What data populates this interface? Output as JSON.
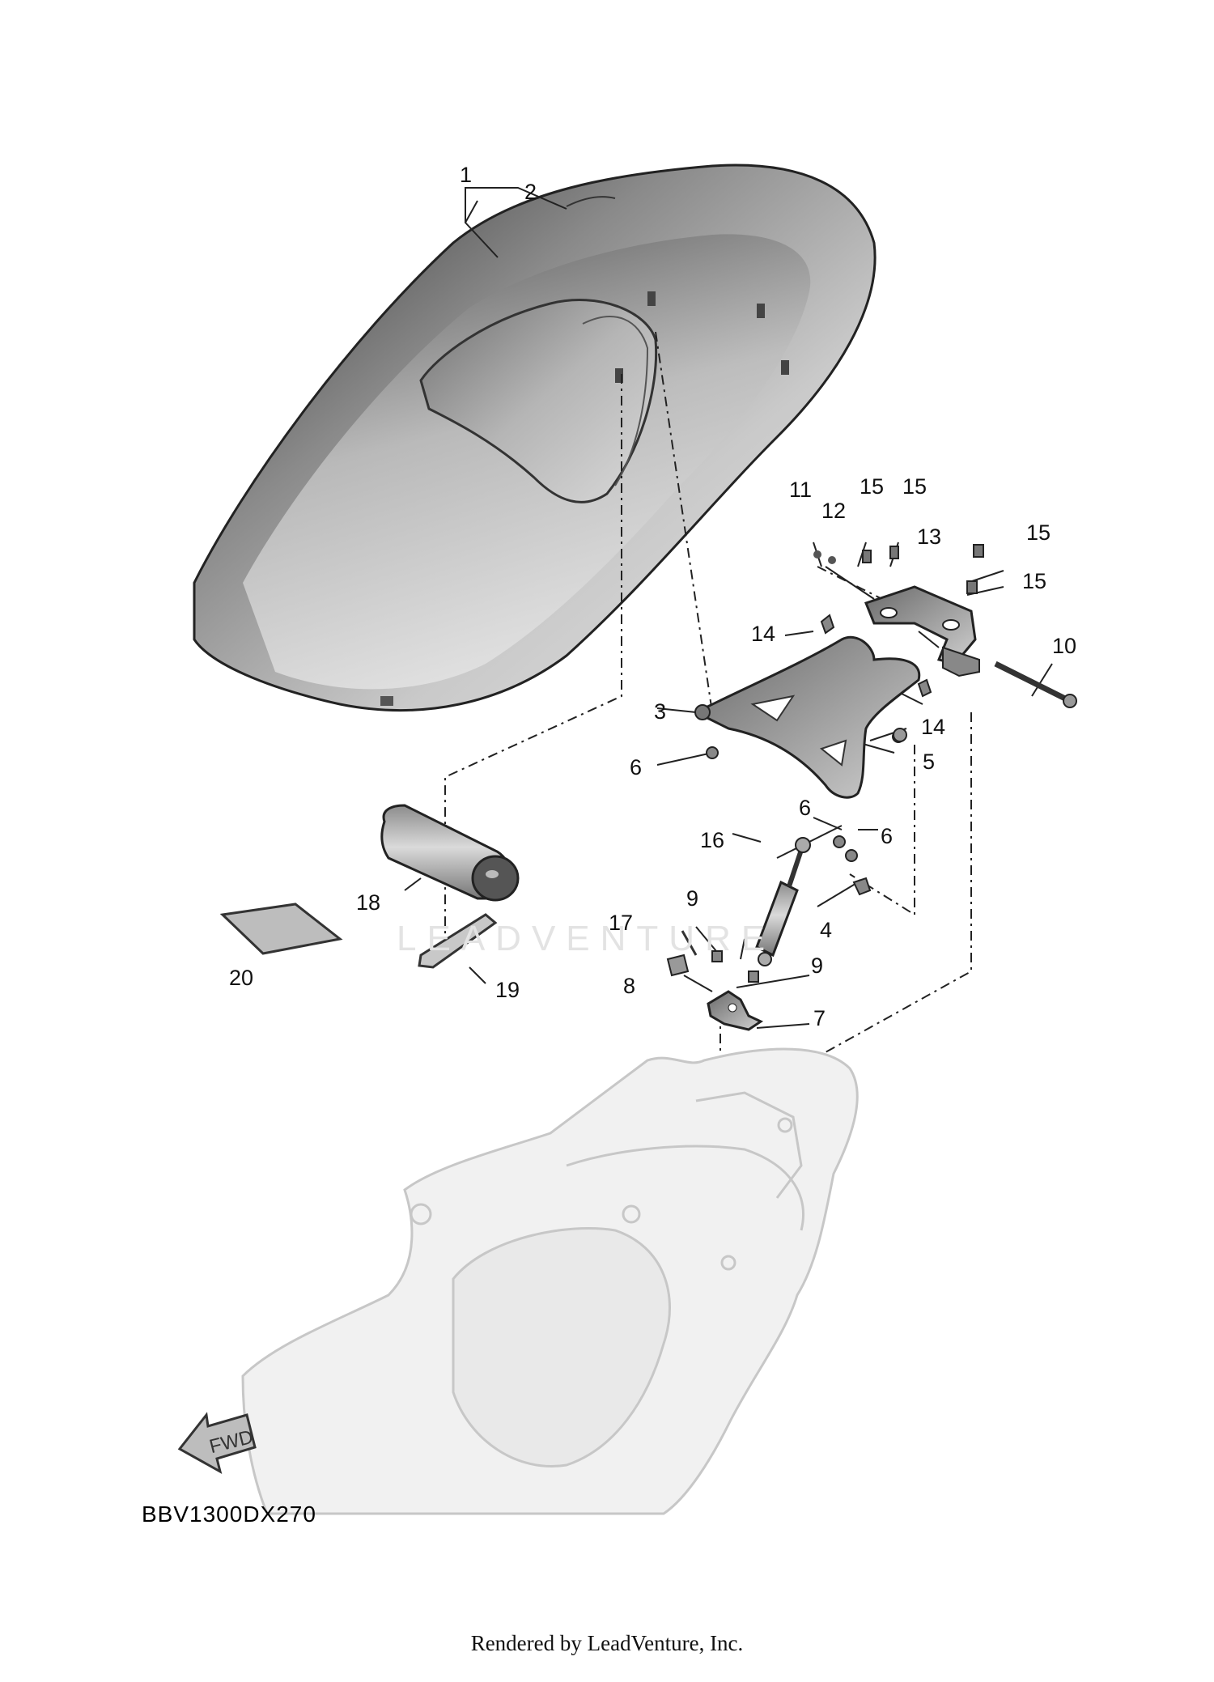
{
  "diagram": {
    "code": "BBV1300DX270",
    "footer": "Rendered by LeadVenture, Inc.",
    "watermark": "LEADVENTURE",
    "forward_arrow_label": "FWD",
    "callouts": {
      "c1": "1",
      "c2": "2",
      "c3": "3",
      "c4": "4",
      "c5": "5",
      "c6a": "6",
      "c6b": "6",
      "c6c": "6",
      "c7": "7",
      "c8": "8",
      "c9a": "9",
      "c9b": "9",
      "c10": "10",
      "c11": "11",
      "c12": "12",
      "c13": "13",
      "c14a": "14",
      "c14b": "14",
      "c15a": "15",
      "c15b": "15",
      "c15c": "15",
      "c15d": "15",
      "c16": "16",
      "c17": "17",
      "c18": "18",
      "c19": "19",
      "c20": "20"
    }
  }
}
